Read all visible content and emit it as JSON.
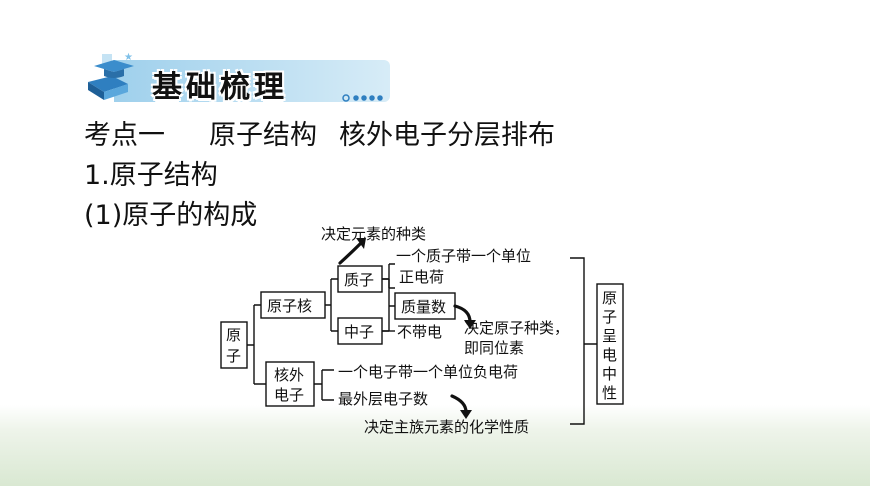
{
  "banner": {
    "title": "基础梳理"
  },
  "heading": {
    "part1": "考点一",
    "part2": "原子结构",
    "part3": "核外电子分层排布"
  },
  "section": "1.原子结构",
  "subsection": "(1)原子的构成",
  "diagram": {
    "atom": [
      "原",
      "子"
    ],
    "nucleus": "原子核",
    "extranuclear": [
      "核外",
      "电子"
    ],
    "proton": "质子",
    "neutron": "中子",
    "mass_number": "质量数",
    "determines_element": "决定元素的种类",
    "proton_charge": "一个质子带一个单位",
    "positive_charge": "正电荷",
    "no_charge": "不带电",
    "determines_atom_type": "决定原子种类，",
    "isotope": "即同位素",
    "electron_charge": "一个电子带一个单位负电荷",
    "outermost": "最外层电子数",
    "determines_property": "决定主族元素的化学性质",
    "neutral": [
      "原",
      "子",
      "呈",
      "电",
      "中",
      "性"
    ]
  }
}
